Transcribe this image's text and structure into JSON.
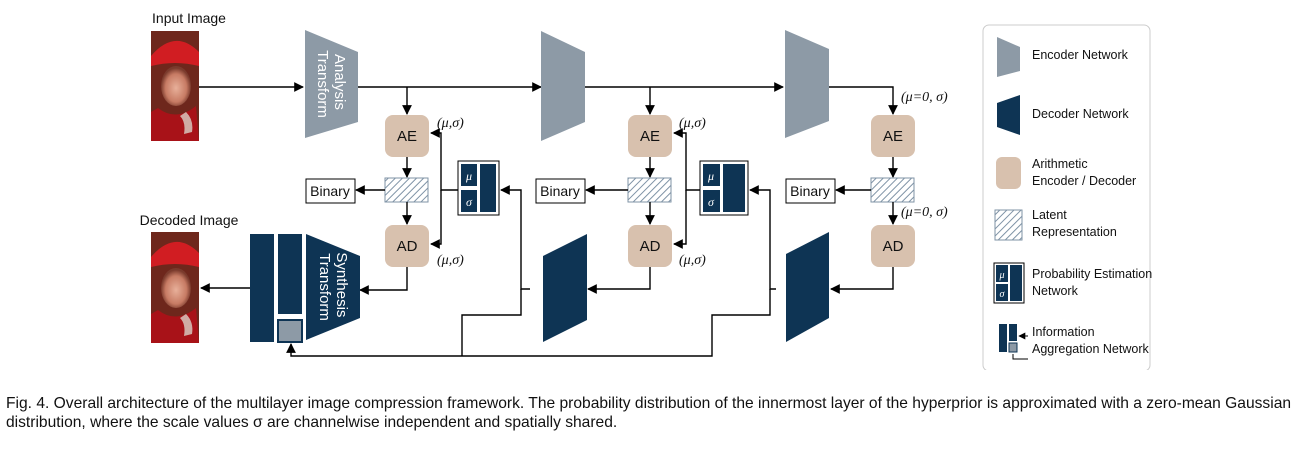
{
  "labels": {
    "input_image": "Input Image",
    "decoded_image": "Decoded Image",
    "analysis_transform": [
      "Analysis",
      "Transform"
    ],
    "synthesis_transform": [
      "Synthesis",
      "Transform"
    ],
    "ae": "AE",
    "ad": "AD",
    "binary": "Binary",
    "mu": "μ",
    "sigma": "σ",
    "musigma": "(μ,σ)",
    "mu0": "(μ=0, σ)"
  },
  "legend": {
    "encoder": "Encoder Network",
    "decoder": "Decoder Network",
    "arith": [
      "Arithmetic",
      "Encoder / Decoder"
    ],
    "latent": [
      "Latent",
      "Representation"
    ],
    "prob": [
      "Probability Estimation",
      "Network"
    ],
    "info": [
      "Information",
      "Aggregation Network"
    ]
  },
  "caption": "Fig. 4. Overall architecture of the multilayer image compression framework. The probability distribution of the innermost layer of the hyperprior is approximated with a zero-mean Gaussian distribution, where the scale values σ are channelwise independent and spatially shared.",
  "colors": {
    "encoder": "#8d9aa6",
    "decoder": "#0e3454",
    "arith": "#d8c1ae",
    "latent_hatch": "#7f93a6"
  },
  "icons": {
    "input_image": "portrait-photo-icon",
    "decoded_image": "portrait-photo-icon"
  }
}
